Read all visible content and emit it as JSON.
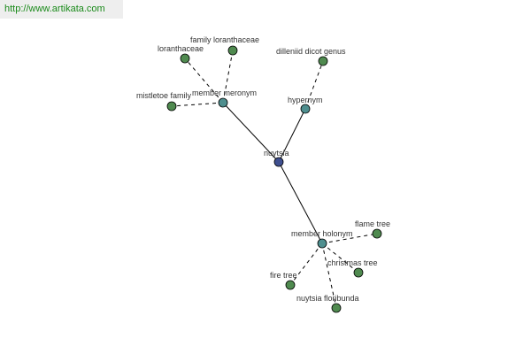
{
  "header": {
    "url": "http://www.artikata.com"
  },
  "colors": {
    "center_node": "#3f4f8f",
    "relation_node": "#4f8f8f",
    "term_node": "#4f8a4f",
    "url_text": "#1a8a1a"
  },
  "graph": {
    "center": {
      "label": "nuytsia"
    },
    "relations": [
      {
        "key": "meronym",
        "label": "member meronym"
      },
      {
        "key": "hypernym",
        "label": "hypernym"
      },
      {
        "key": "holonym",
        "label": "member holonym"
      }
    ],
    "terms": {
      "meronym": [
        {
          "label": "loranthaceae"
        },
        {
          "label": "family loranthaceae"
        },
        {
          "label": "mistletoe family"
        }
      ],
      "hypernym": [
        {
          "label": "dilleniid dicot genus"
        }
      ],
      "holonym": [
        {
          "label": "flame tree"
        },
        {
          "label": "christmas tree"
        },
        {
          "label": "fire tree"
        },
        {
          "label": "nuytsia floribunda"
        }
      ]
    }
  }
}
